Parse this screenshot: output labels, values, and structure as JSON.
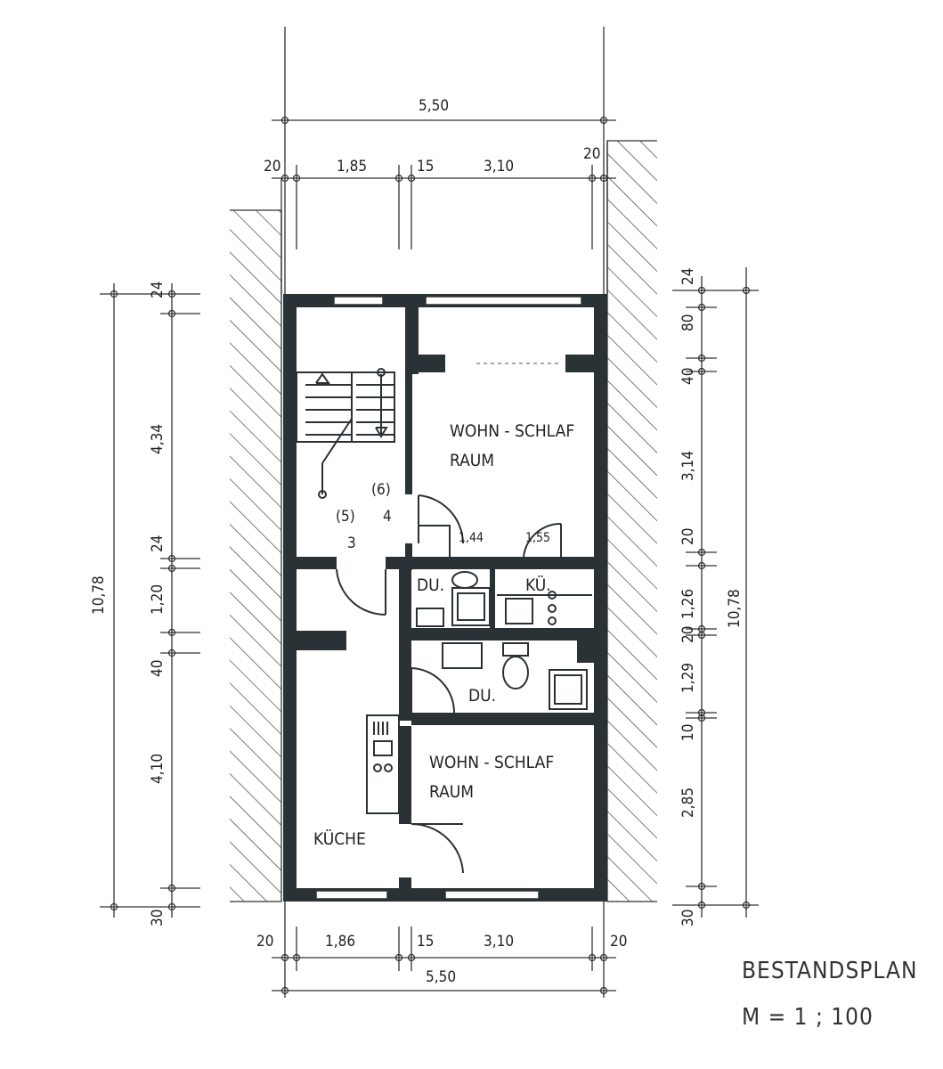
{
  "plan": {
    "title": "BESTANDSPLAN",
    "scale": "M = 1 ; 100"
  },
  "rooms": {
    "living_upper_line1": "WOHN - SCHLAF",
    "living_upper_line2": "RAUM",
    "living_lower_line1": "WOHN - SCHLAF",
    "living_lower_line2": "RAUM",
    "kitchen": "KÜCHE",
    "shower_small": "DU.",
    "kitchenette": "KÜ.",
    "shower_large": "DU.",
    "stair_6": "(6)",
    "stair_4": "4",
    "stair_5": "(5)",
    "stair_3": "3",
    "door_width_1": "1,44",
    "door_width_2": "1,55"
  },
  "dimensions": {
    "top_total": "5,50",
    "top": [
      "20",
      "1,85",
      "15",
      "3,10",
      "20"
    ],
    "bottom": [
      "20",
      "1,86",
      "15",
      "3,10",
      "20"
    ],
    "bottom_total": "5,50",
    "left_total": "10,78",
    "left": [
      "24",
      "4,34",
      "24",
      "1,20",
      "40",
      "4,10",
      "30"
    ],
    "right_total": "10,78",
    "right": [
      "24",
      "80",
      "40",
      "3,14",
      "20",
      "1,26",
      "20",
      "1,29",
      "10",
      "2,85",
      "30"
    ]
  }
}
